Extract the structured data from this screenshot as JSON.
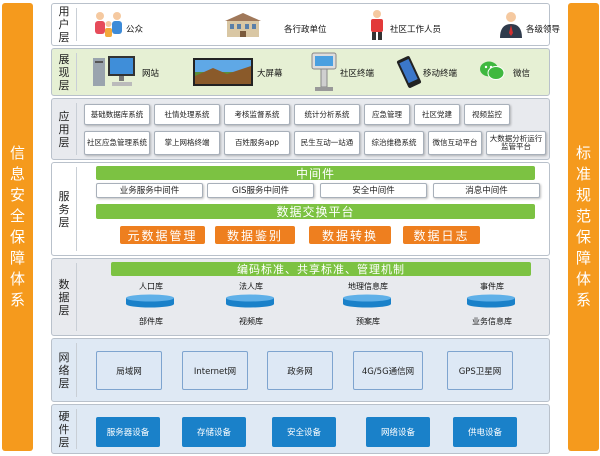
{
  "left_banner": "信息安全保障体系",
  "right_banner": "标准规范保障体系",
  "user_layer": {
    "title": "用户层",
    "items": [
      {
        "label": "公众",
        "icon": "family-icon"
      },
      {
        "label": "各行政单位",
        "icon": "government-building-icon"
      },
      {
        "label": "社区工作人员",
        "icon": "community-worker-icon"
      },
      {
        "label": "各级领导",
        "icon": "leader-icon"
      }
    ]
  },
  "presentation_layer": {
    "title": "展现层",
    "items": [
      {
        "label": "网站",
        "icon": "desktop-computer-icon"
      },
      {
        "label": "大屏幕",
        "icon": "large-screen-icon"
      },
      {
        "label": "社区终端",
        "icon": "kiosk-terminal-icon"
      },
      {
        "label": "移动终端",
        "icon": "mobile-phone-icon"
      },
      {
        "label": "微信",
        "icon": "wechat-icon"
      }
    ]
  },
  "application_layer": {
    "title": "应用层",
    "row1": [
      "基础数据库系统",
      "社情处理系统",
      "考核监督系统",
      "统计分析系统",
      "应急管理",
      "社区党建",
      "视频监控"
    ],
    "row2": [
      "社区应急管理系统",
      "掌上网格终端",
      "百姓服务app",
      "民生互动一站通",
      "综治维稳系统",
      "微信互动平台",
      "大数据分析运行监管平台"
    ]
  },
  "service_layer": {
    "title": "服务层",
    "middleware_title": "中间件",
    "middleware": [
      "业务服务中间件",
      "GIS服务中间件",
      "安全中间件",
      "消息中间件"
    ],
    "exchange_title": "数据交换平台",
    "exchange": [
      "元数据管理",
      "数据鉴别",
      "数据转换",
      "数据日志"
    ]
  },
  "data_layer": {
    "title": "数据层",
    "banner": "编码标准、共享标准、管理机制",
    "databases_top": [
      "人口库",
      "法人库",
      "地理信息库",
      "事件库"
    ],
    "databases_bottom": [
      "部件库",
      "视频库",
      "预案库",
      "业务信息库"
    ]
  },
  "network_layer": {
    "title": "网络层",
    "items": [
      "局域网",
      "Internet网",
      "政务网",
      "4G/5G通信网",
      "GPS卫星网"
    ]
  },
  "hardware_layer": {
    "title": "硬件层",
    "items": [
      "服务器设备",
      "存储设备",
      "安全设备",
      "网络设备",
      "供电设备"
    ]
  },
  "colors": {
    "orange": "#f59a1d",
    "green": "#7cc242",
    "dark_orange": "#ee7f1f",
    "blue": "#1a81c9",
    "light_blue": "#dde8f5",
    "layer_bg_green": "#e6f0d4",
    "layer_bg_gray": "#e8eaee"
  }
}
